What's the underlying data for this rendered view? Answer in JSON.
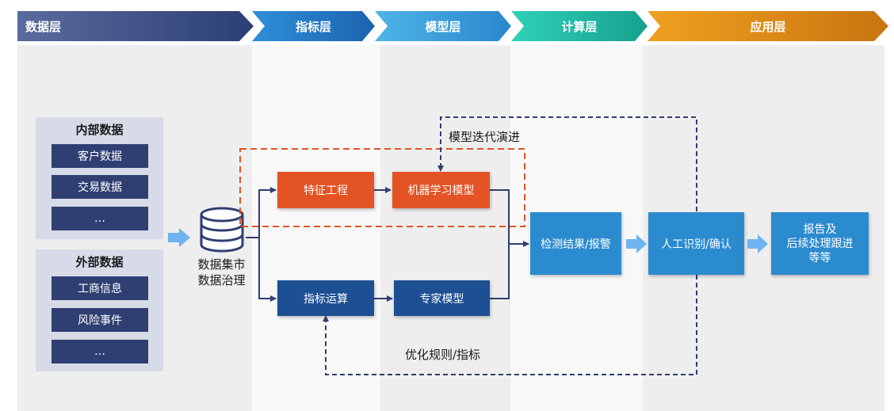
{
  "layers": [
    {
      "label": "数据层"
    },
    {
      "label": "指标层"
    },
    {
      "label": "模型层"
    },
    {
      "label": "计算层"
    },
    {
      "label": "应用层"
    }
  ],
  "internal": {
    "title": "内部数据",
    "items": [
      "客户数据",
      "交易数据",
      "…"
    ]
  },
  "external": {
    "title": "外部数据",
    "items": [
      "工商信息",
      "风险事件",
      "…"
    ]
  },
  "datamart": {
    "line1": "数据集市",
    "line2": "数据治理"
  },
  "nodes": {
    "feature": "特征工程",
    "ml": "机器学习模型",
    "indicator": "指标运算",
    "expert": "专家模型",
    "result": "检测结果/报警",
    "manual": "人工识别/确认",
    "report": [
      "报告及",
      "后续处理跟进",
      "等等"
    ]
  },
  "loops": {
    "model_iter": "模型迭代演进",
    "optimize": "优化规则/指标"
  },
  "colors": {
    "orange": "#e45324",
    "navy": "#1d4f93",
    "blue": "#2b8bcf",
    "dark": "#2f3f72",
    "arrow_light": "#6fb4f0"
  }
}
